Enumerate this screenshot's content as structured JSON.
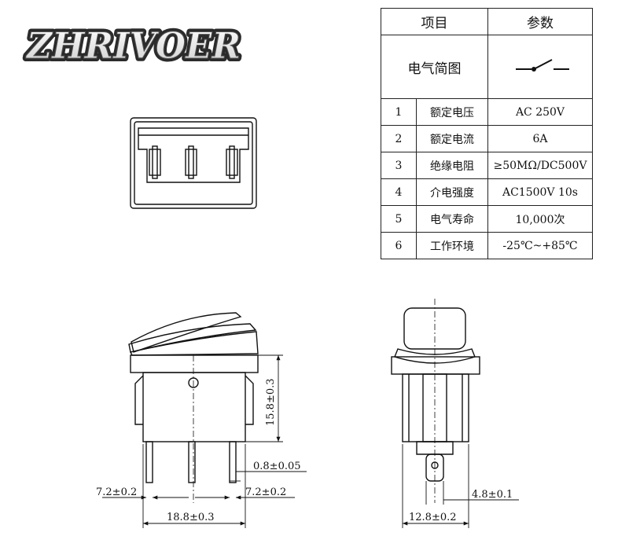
{
  "brand": {
    "logo_text": "ZHRIVOER"
  },
  "spec_table": {
    "headers": [
      "项目",
      "参数"
    ],
    "circuit_label": "电气简图",
    "rows": [
      {
        "index": "1",
        "name": "额定电压",
        "value": "AC 250V"
      },
      {
        "index": "2",
        "name": "额定电流",
        "value": "6A"
      },
      {
        "index": "3",
        "name": "绝缘电阻",
        "value": "≥50MΩ/DC500V"
      },
      {
        "index": "4",
        "name": "介电强度",
        "value": "AC1500V 10s"
      },
      {
        "index": "5",
        "name": "电气寿命",
        "value": "10,000次"
      },
      {
        "index": "6",
        "name": "工作环境",
        "value": "-25℃~+85℃"
      }
    ]
  },
  "dimensions": {
    "height_body": "15.8±0.3",
    "pin_thickness": "0.8±0.05",
    "pin_pitch_left": "7.2±0.2",
    "pin_pitch_right": "7.2±0.2",
    "body_width": "18.8±0.3",
    "pin_width": "4.8±0.1",
    "side_width": "12.8±0.2"
  },
  "colors": {
    "line": "#111111",
    "logo_fill": "#ffffff",
    "logo_shadow": "#2a2a2a"
  }
}
